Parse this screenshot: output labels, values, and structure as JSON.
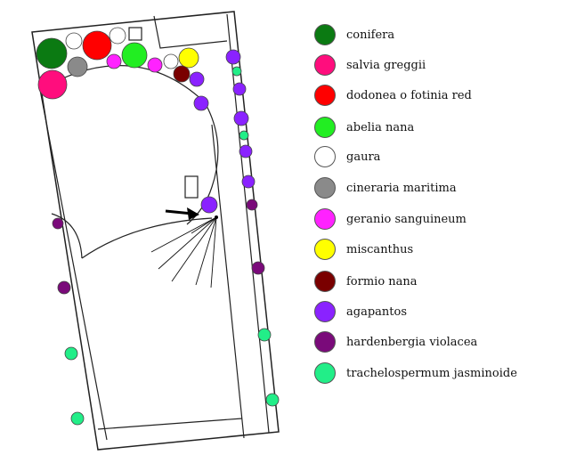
{
  "legend": [
    {
      "key": "conifera",
      "label": "conifera",
      "color": "#0b7a12"
    },
    {
      "key": "salvia",
      "label": "salvia greggii",
      "color": "#ff0d7d"
    },
    {
      "key": "dodonea",
      "label": "dodonea o fotinia red",
      "color": "#ff0000"
    },
    {
      "key": "abelia",
      "label": "abelia nana",
      "color": "#22ee22"
    },
    {
      "key": "gaura",
      "label": "gaura",
      "color": "#ffffff"
    },
    {
      "key": "cineraria",
      "label": "cineraria maritima",
      "color": "#8a8a8a"
    },
    {
      "key": "geranio",
      "label": "geranio sanguineum",
      "color": "#ff22ff"
    },
    {
      "key": "miscanthus",
      "label": "miscanthus",
      "color": "#ffff00"
    },
    {
      "key": "formio",
      "label": "formio nana",
      "color": "#7a0000"
    },
    {
      "key": "agapantos",
      "label": "agapantos",
      "color": "#8a22ff"
    },
    {
      "key": "hardenbergia",
      "label": "hardenbergia violacea",
      "color": "#7a0a7a"
    },
    {
      "key": "trachelospermum",
      "label": "trachelospermum jasminoide",
      "color": "#22ee88"
    }
  ]
}
